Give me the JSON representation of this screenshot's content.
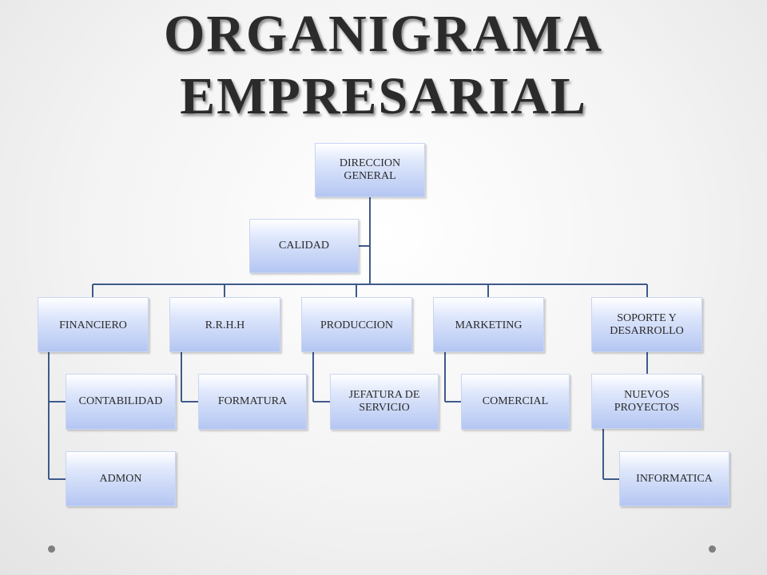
{
  "title": {
    "line1": "ORGANIGRAMA",
    "line2": "EMPRESARIAL"
  },
  "org": {
    "direccion": "DIRECCION GENERAL",
    "calidad": "CALIDAD",
    "financiero": "FINANCIERO",
    "contabilidad": "CONTABILIDAD",
    "admon": "ADMON",
    "rrhh": "R.R.H.H",
    "formatura": "FORMATURA",
    "produccion": "PRODUCCION",
    "jefatura": "JEFATURA DE SERVICIO",
    "marketing": "MARKETING",
    "comercial": "COMERCIAL",
    "soporte": "SOPORTE Y DESARROLLO",
    "nuevos": "NUEVOS PROYECTOS",
    "informatica": "INFORMATICA"
  },
  "colors": {
    "connector": "#3f5a8a",
    "box_light": "#dde6fb",
    "box_dark": "#b4c6f2"
  }
}
